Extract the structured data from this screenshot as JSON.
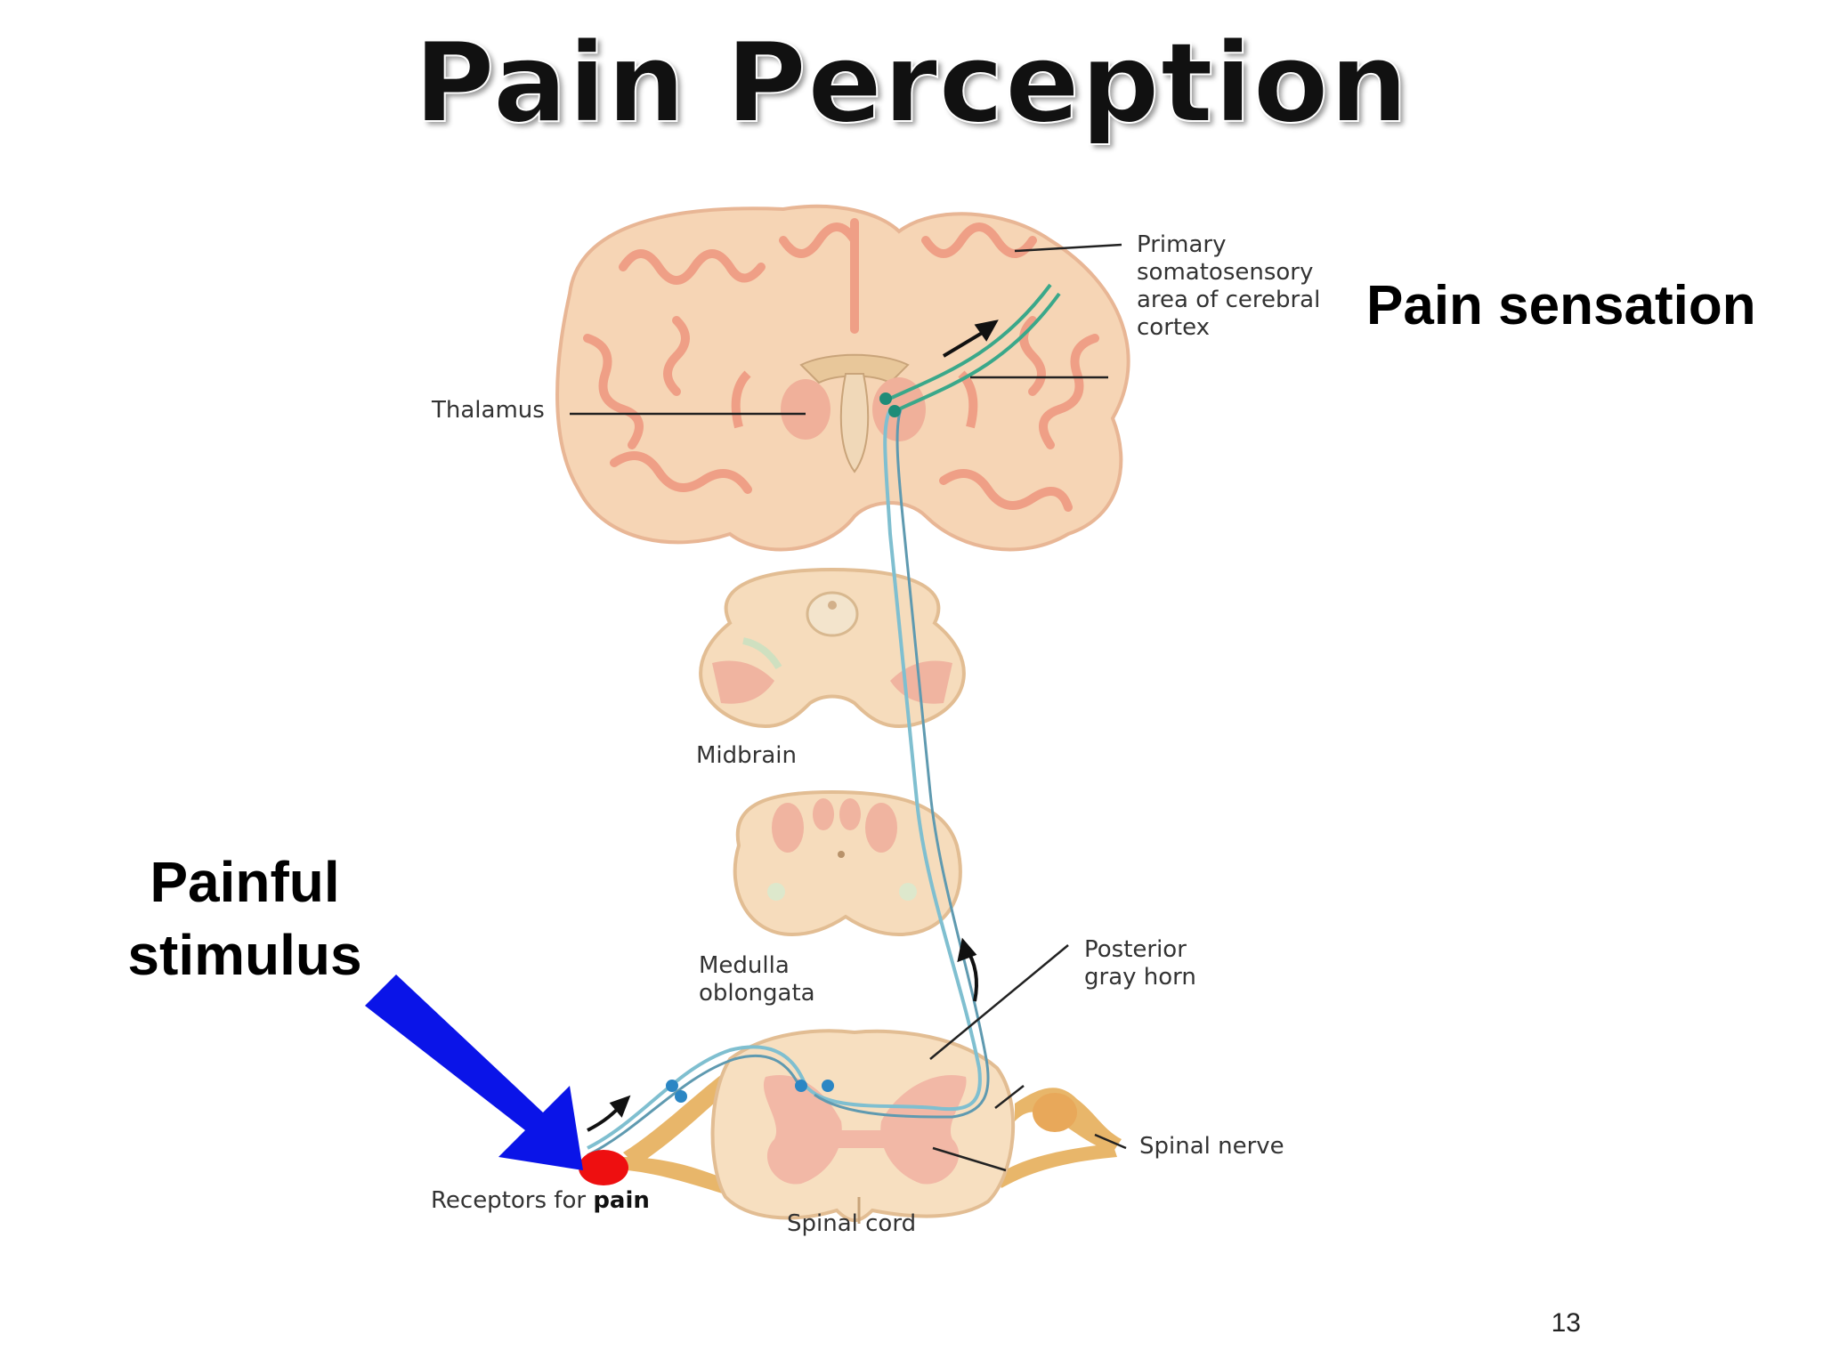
{
  "title": "Pain Perception",
  "labels": {
    "pain_sensation": "Pain sensation",
    "painful_stimulus_line1": "Painful",
    "painful_stimulus_line2": "stimulus",
    "primary_line1": "Primary",
    "primary_line2": "somatosensory",
    "primary_line3": "area of cerebral",
    "primary_line4": "cortex",
    "thalamus": "Thalamus",
    "midbrain": "Midbrain",
    "medulla_line1": "Medulla",
    "medulla_line2": "oblongata",
    "posterior_line1": "Posterior",
    "posterior_line2": "gray horn",
    "spinal_nerve": "Spinal nerve",
    "receptors_prefix": "Receptors for ",
    "receptors_bold": "pain",
    "spinal_cord": "Spinal cord"
  },
  "page_number": "13",
  "colors": {
    "tissue": "#f6d9b8",
    "cortex": "#f2b89a",
    "nerve": "#7fbfd0",
    "pathway_upper": "#3aa88a",
    "arrow_blue": "#0a14e8",
    "receptor_red": "#ee0f10",
    "nerve_root": "#e8b66a"
  }
}
